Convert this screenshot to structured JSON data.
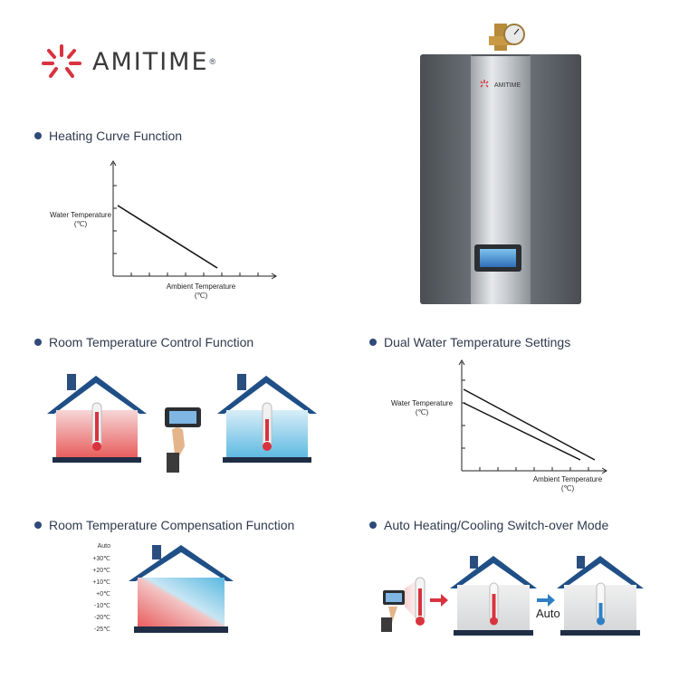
{
  "brand": {
    "name": "AMITIME",
    "reg": "®",
    "logo_color": "#d8333f"
  },
  "device": {
    "logo_text": "AMITIME"
  },
  "sections": {
    "heating_curve": {
      "title": "Heating Curve Function",
      "y_label": "Water Temperature",
      "y_unit": "(℃)",
      "x_label": "Ambient Temperature",
      "x_unit": "(℃)"
    },
    "room_control": {
      "title": "Room Temperature Control Function"
    },
    "dual_water": {
      "title": "Dual Water Temperature Settings",
      "y_label": "Water Temperature",
      "y_unit": "(℃)",
      "x_label": "Ambient Temperature",
      "x_unit": "(℃)"
    },
    "compensation": {
      "title": "Room Temperature Compensation Function",
      "scale": [
        "Auto",
        "+30℃",
        "+20℃",
        "+10℃",
        "+0℃",
        "-10℃",
        "-20℃",
        "-25℃"
      ]
    },
    "auto_switch": {
      "title": "Auto Heating/Cooling Switch-over Mode",
      "auto_label": "Auto"
    }
  },
  "colors": {
    "accent_dot": "#2f4a78",
    "roof": "#1f4f86",
    "warm": "#e85a5a",
    "cool": "#5ab8e0",
    "arrow_red": "#d8333f",
    "arrow_blue": "#2f7fc4"
  }
}
